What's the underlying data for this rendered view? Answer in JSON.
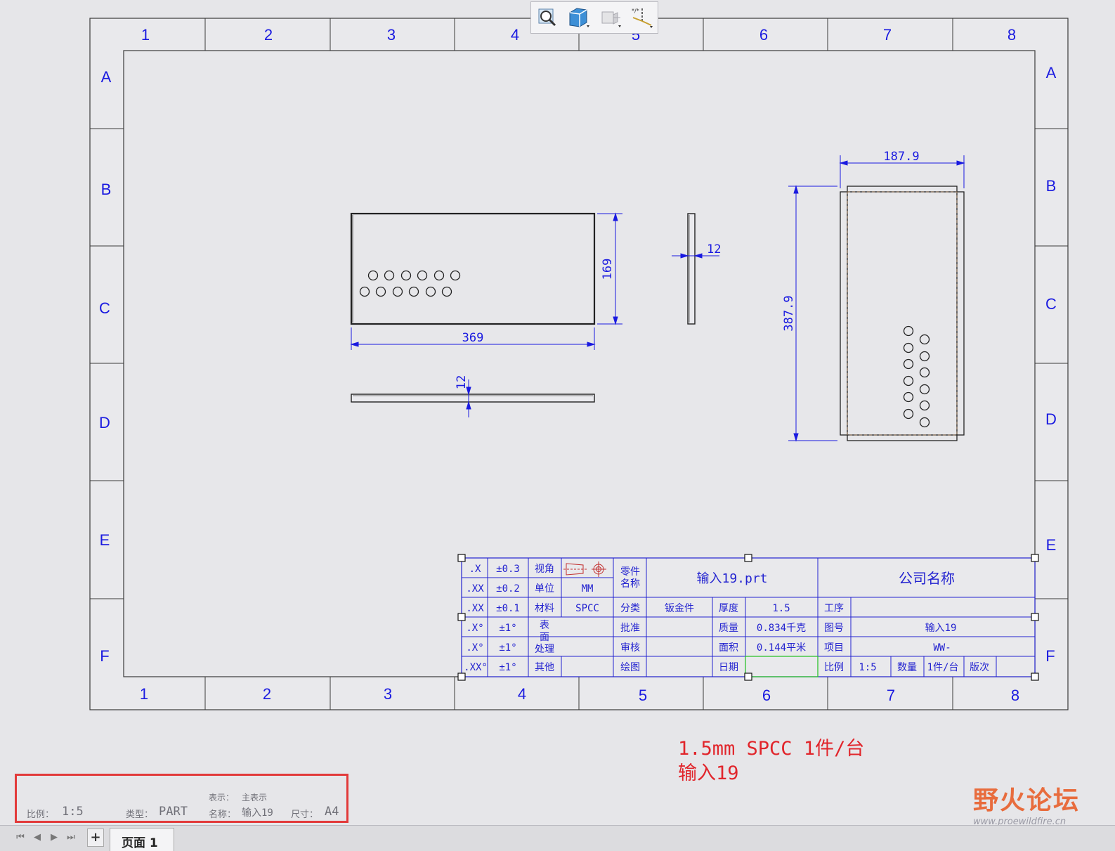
{
  "toolbar": {
    "zoom": "zoom-icon",
    "view": "cube-view-icon",
    "display": "display-style-icon",
    "datum": "datum-display-icon"
  },
  "border": {
    "cols": [
      "1",
      "2",
      "3",
      "4",
      "5",
      "6",
      "7",
      "8"
    ],
    "rows": [
      "A",
      "B",
      "C",
      "D",
      "E",
      "F"
    ]
  },
  "dimensions": {
    "front_width": "369",
    "front_height": "169",
    "side_thickness": "12",
    "bottom_thickness": "12",
    "flat_width": "187.9",
    "flat_height": "387.9"
  },
  "title_block": {
    "tol_labels": [
      ".X",
      ".XX",
      ".XX",
      ".X°",
      ".X°",
      ".XX°"
    ],
    "tol_values": [
      "±0.3",
      "±0.2",
      "±0.1",
      "±1°",
      "±1°",
      "±1°"
    ],
    "view_angle": "视角",
    "unit_label": "单位",
    "unit_value": "MM",
    "material_label": "材料",
    "material_value": "SPCC",
    "surface_label": [
      "表",
      "面",
      "处理"
    ],
    "other_label": "其他",
    "part_name_label": [
      "零件",
      "名称"
    ],
    "part_name_value": "输入19.prt",
    "company": "公司名称",
    "category_label": "分类",
    "category_value": "钣金件",
    "thickness_label": "厚度",
    "thickness_value": "1.5",
    "approve_label": "批准",
    "mass_label": "质量",
    "mass_value": "0.834千克",
    "review_label": "审核",
    "area_label": "面积",
    "area_value": "0.144平米",
    "draw_label": "绘图",
    "date_label": "日期",
    "process_label": "工序",
    "drawing_no_label": "图号",
    "drawing_no_value": "输入19",
    "project_label": "项目",
    "project_value": "WW-",
    "scale_label": "比例",
    "scale_value": "1:5",
    "qty_label": "数量",
    "qty_value": "1件/台",
    "rev_label": "版次"
  },
  "note": {
    "line1": "1.5mm SPCC 1件/台",
    "line2": "输入19"
  },
  "status": {
    "display_label": "表示：",
    "display_value": "主表示",
    "scale_label": "比例：",
    "scale_value": "1:5",
    "type_label": "类型：",
    "type_value": "PART",
    "name_label": "名称：",
    "name_value": "输入19",
    "size_label": "尺寸：",
    "size_value": "A4"
  },
  "tabs": {
    "page1": "页面 1",
    "add": "+"
  },
  "watermark": {
    "text": "野火论坛",
    "url": "www.proewildfire.cn"
  },
  "colors": {
    "frame": "#3a3a3a",
    "dimension": "#1a1ae0",
    "table": "#2323d0",
    "highlight": "#e1252b"
  }
}
